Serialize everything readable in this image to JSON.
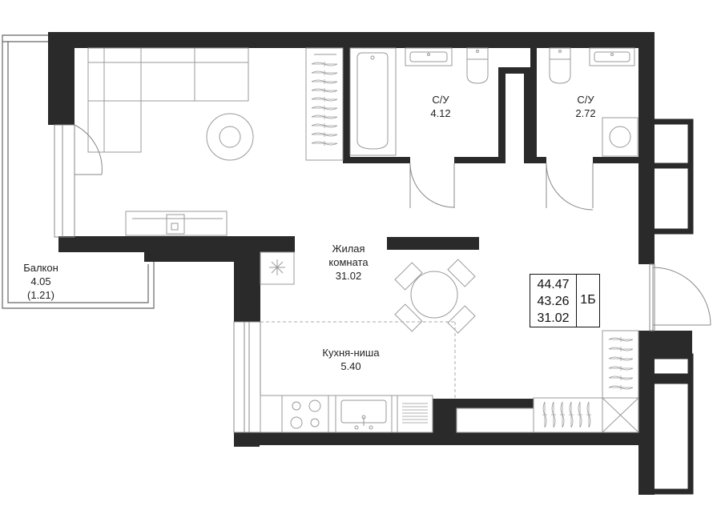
{
  "rooms": {
    "balcony": {
      "name": "Балкон",
      "area": "4.05",
      "area_reduced": "(1.21)"
    },
    "living": {
      "name_line1": "Жилая",
      "name_line2": "комната",
      "area": "31.02"
    },
    "kitchen": {
      "name": "Кухня-ниша",
      "area": "5.40"
    },
    "bath1": {
      "name": "С/У",
      "area": "4.12"
    },
    "bath2": {
      "name": "С/У",
      "area": "2.72"
    }
  },
  "summary": {
    "total_area": "44.47",
    "total_area_no_balcony": "43.26",
    "living_area": "31.02",
    "apartment_type": "1Б"
  },
  "colors": {
    "wall": "#2a2a2a",
    "line": "#888888",
    "background": "#ffffff"
  }
}
